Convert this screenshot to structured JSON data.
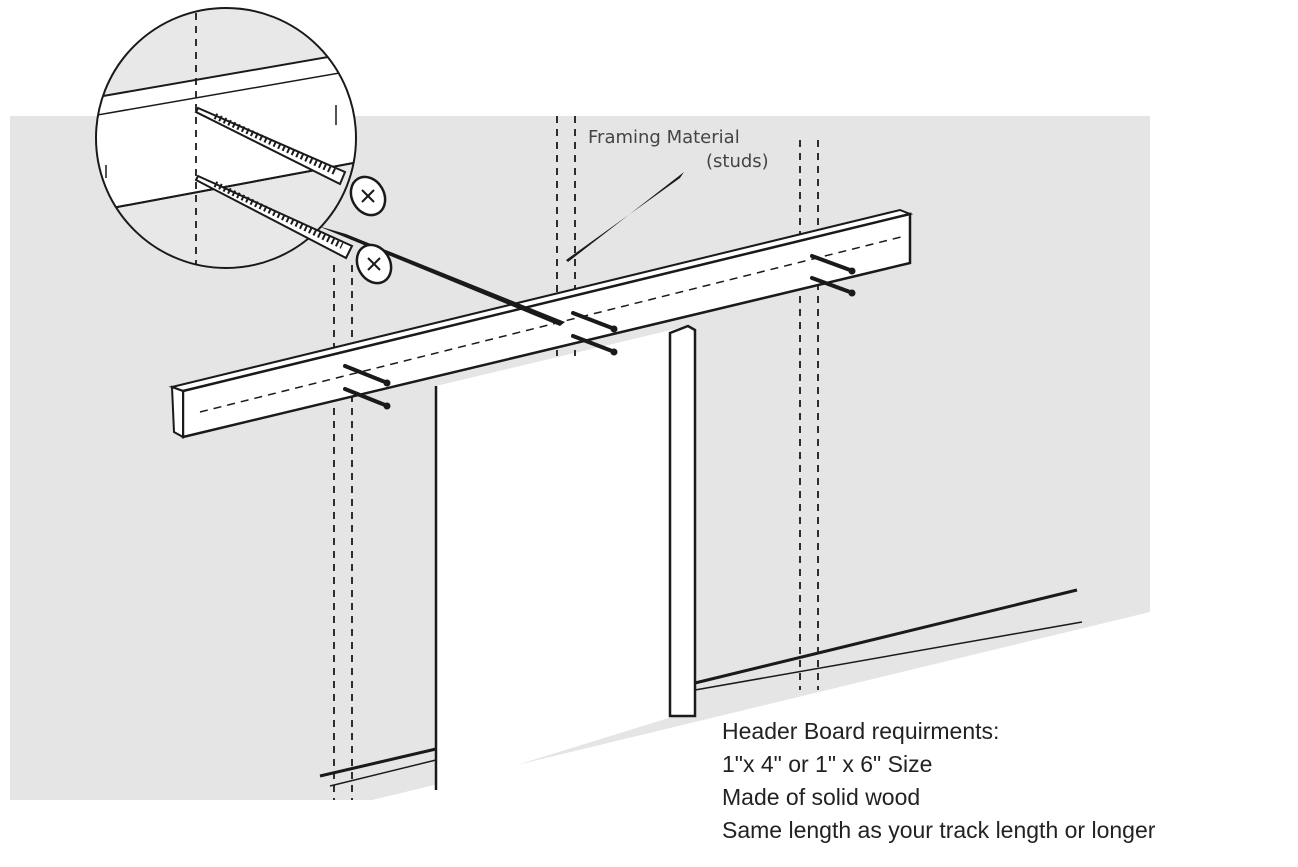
{
  "callout": {
    "line1": "Framing Material",
    "line2": "(studs)"
  },
  "requirements": {
    "heading": "Header Board requirments:",
    "items": [
      "1\"x 4\" or 1\" x 6\" Size",
      "Made of solid wood",
      "Same length as your track length or longer"
    ]
  },
  "colors": {
    "wall": "#e5e5e5",
    "line": "#1a1a1a",
    "board": "#ffffff",
    "doorway": "#ffffff"
  }
}
